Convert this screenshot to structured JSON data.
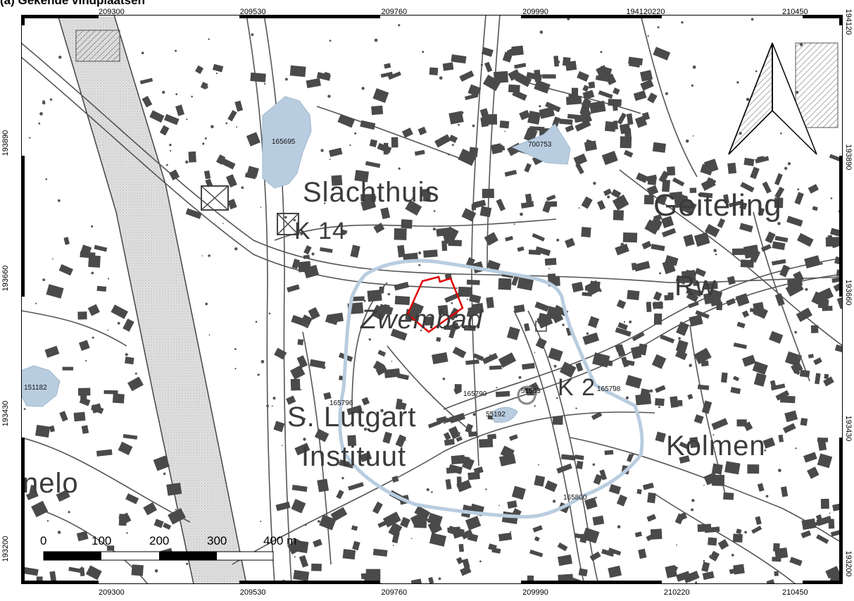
{
  "title": "(a) Gekende vindplaatsen",
  "frame": {
    "x_ticks_top": [
      {
        "label": "209300",
        "pos": 0.11
      },
      {
        "label": "209530",
        "pos": 0.282
      },
      {
        "label": "209760",
        "pos": 0.454
      },
      {
        "label": "209990",
        "pos": 0.626
      },
      {
        "label": "194120220",
        "pos": 0.76
      },
      {
        "label": "210450",
        "pos": 0.942
      }
    ],
    "x_ticks_bottom": [
      {
        "label": "209300",
        "pos": 0.11
      },
      {
        "label": "209530",
        "pos": 0.282
      },
      {
        "label": "209760",
        "pos": 0.454
      },
      {
        "label": "209990",
        "pos": 0.626
      },
      {
        "label": "210220",
        "pos": 0.798
      },
      {
        "label": "210450",
        "pos": 0.942
      }
    ],
    "y_ticks_left": [
      {
        "label": "193890",
        "pos": 0.225
      },
      {
        "label": "193660",
        "pos": 0.463
      },
      {
        "label": "193430",
        "pos": 0.701
      },
      {
        "label": "193200",
        "pos": 0.938
      }
    ],
    "y_ticks_right": [
      {
        "label": "194120",
        "pos": 0.012
      },
      {
        "label": "193890",
        "pos": 0.25
      },
      {
        "label": "193660",
        "pos": 0.488
      },
      {
        "label": "193430",
        "pos": 0.726
      },
      {
        "label": "193200",
        "pos": 0.964
      }
    ]
  },
  "place_names": {
    "slachthuis": "Slachthuis",
    "k14": "K 14",
    "geiteling": "Geiteling",
    "rw": "Rw",
    "zwembad": "Zwembad",
    "k2": "K 2",
    "lutgart": "S. Lutgart",
    "instituut": "Instituut",
    "kolmen": "Kolmen",
    "nelo": "nelo"
  },
  "sites": {
    "s165695": "165695",
    "s700753": "700753",
    "s151182": "151182",
    "s165796": "165796",
    "s165790": "165790",
    "s51563": "51563",
    "s165798": "165798",
    "s55192": "55192",
    "s165800": "165800"
  },
  "scalebar": {
    "labels": [
      "0",
      "100",
      "200",
      "300",
      "400 m"
    ]
  },
  "colors": {
    "site_fill": "#b9cde0",
    "study_area": "#e00000",
    "buildings": "#4a4a4a",
    "river": "#dcdcdc"
  },
  "north_arrow": "north-arrow-icon"
}
